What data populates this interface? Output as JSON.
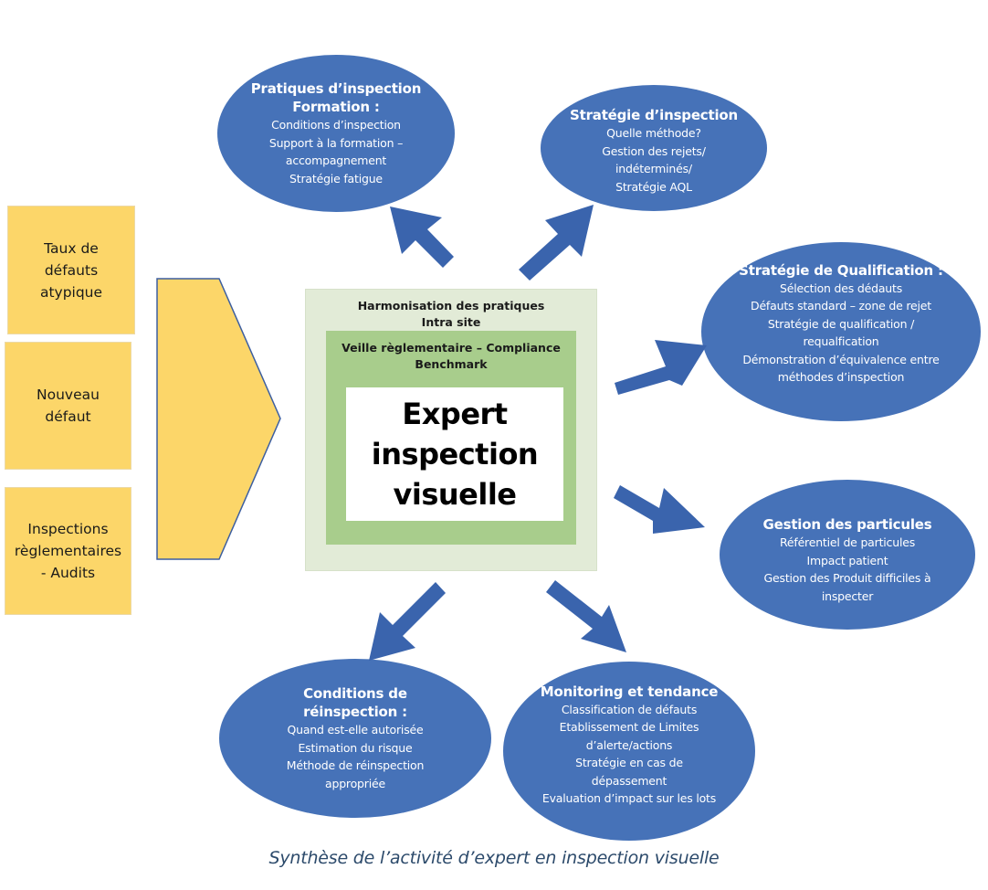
{
  "colors": {
    "ellipse_fill": "#4672b8",
    "arrow_fill": "#3a64ad",
    "sticky_fill": "#fcd669",
    "chevron_fill": "#fcd669",
    "chevron_stroke": "#3d5fa0",
    "outer_box": "#e2ebd7",
    "mid_box": "#a8cd8c",
    "caption": "#2c4a6b"
  },
  "inputs": [
    {
      "lines": [
        "Taux de",
        "défauts",
        "atypique"
      ]
    },
    {
      "lines": [
        "Nouveau",
        "défaut"
      ]
    },
    {
      "lines": [
        "Inspections",
        "règlementaires",
        "- Audits"
      ]
    }
  ],
  "center": {
    "outer_label": [
      "Harmonisation  des pratiques",
      "Intra site"
    ],
    "mid_label": [
      "Veille règlementaire – Compliance",
      "Benchmark"
    ],
    "core_label": [
      "Expert",
      "inspection",
      "visuelle"
    ]
  },
  "activities": [
    {
      "id": "pratiques",
      "title": [
        "Pratiques d’inspection",
        "Formation :"
      ],
      "lines": [
        "Conditions d’inspection",
        "Support à la formation –",
        "accompagnement",
        "Stratégie fatigue"
      ]
    },
    {
      "id": "strategie-inspection",
      "title": [
        "Stratégie d’inspection"
      ],
      "lines": [
        "Quelle méthode?",
        "Gestion des rejets/",
        "indéterminés/",
        "Stratégie AQL"
      ]
    },
    {
      "id": "qualification",
      "title": [
        "Stratégie de Qualification :"
      ],
      "lines": [
        "Sélection des dédauts",
        "Défauts standard – zone de rejet",
        "Stratégie de qualification /",
        "requalfication",
        "Démonstration d’équivalence entre",
        "méthodes d’inspection"
      ]
    },
    {
      "id": "particules",
      "title": [
        "Gestion des particules"
      ],
      "lines": [
        "Référentiel de particules",
        "Impact patient",
        "Gestion des Produit difficiles à",
        "inspecter"
      ]
    },
    {
      "id": "monitoring",
      "title": [
        "Monitoring et tendance"
      ],
      "lines": [
        "Classification de défauts",
        "Etablissement de Limites",
        "d’alerte/actions",
        "Stratégie en cas de",
        "dépassement",
        "Evaluation d’impact sur les lots"
      ]
    },
    {
      "id": "reinspection",
      "title": [
        "Conditions de",
        "réinspection :"
      ],
      "lines": [
        "Quand est-elle autorisée",
        "Estimation du risque",
        "Méthode de réinspection",
        "appropriée"
      ]
    }
  ],
  "caption": "Synthèse de l’activité d’expert en inspection visuelle"
}
